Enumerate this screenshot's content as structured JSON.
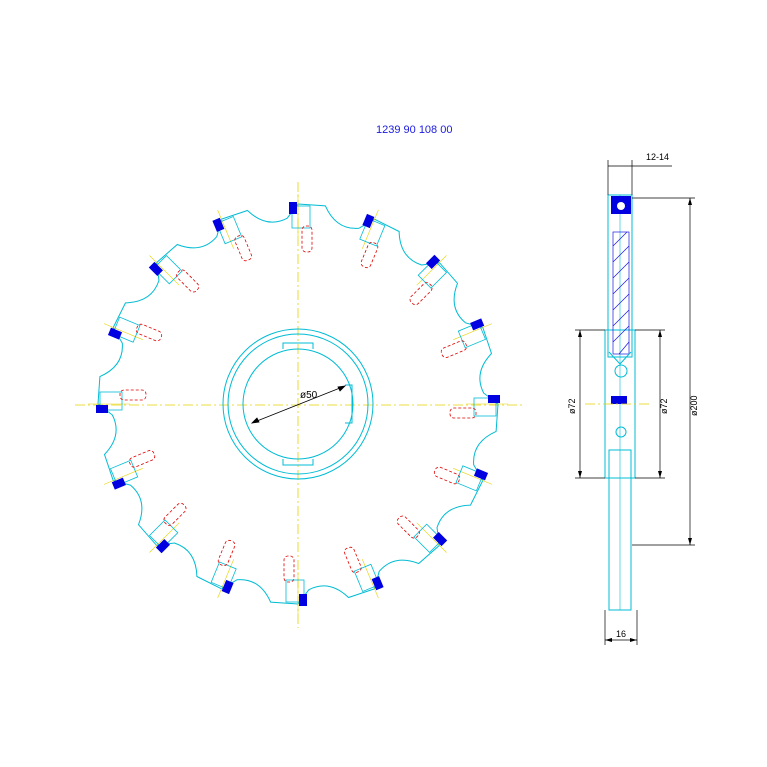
{
  "drawing": {
    "title": "1239 90 108 00",
    "bore_diameter": "ø50",
    "hub_diameter_left": "ø72",
    "hub_diameter_right": "ø72",
    "outer_diameter": "ø200",
    "width_range": "12-14",
    "hub_width": "16",
    "tooth_count": 16,
    "colors": {
      "outline": "#00bcd4",
      "centerline": "#e6d200",
      "hidden": "#e00000",
      "insert": "#0000e0",
      "dimension": "#000000",
      "title": "#1a1ae0"
    }
  }
}
